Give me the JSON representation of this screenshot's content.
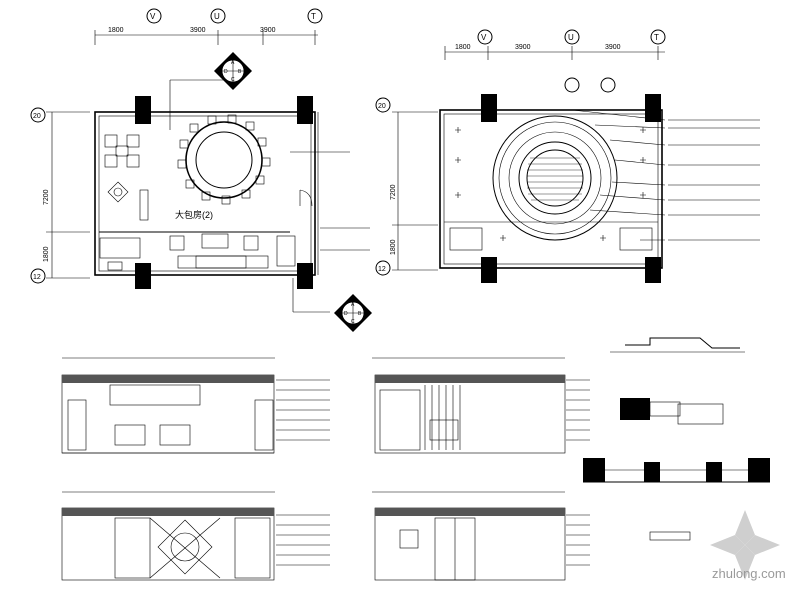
{
  "plan_left": {
    "axes_top": [
      "V",
      "U",
      "T"
    ],
    "dims_top": [
      "1800",
      "3900",
      "3900"
    ],
    "axes_side": [
      "20",
      "12"
    ],
    "dims_side": [
      "7200",
      "1800"
    ],
    "room_label": "大包房(2)",
    "tags": [
      "A",
      "B",
      "C",
      "D"
    ]
  },
  "plan_right": {
    "axes_top": [
      "V",
      "U",
      "T"
    ],
    "dims_top": [
      "1800",
      "3900",
      "3900"
    ],
    "axes_side": [
      "20",
      "12"
    ],
    "dims_side": [
      "7200",
      "1800"
    ]
  },
  "watermark": "zhulong.com"
}
